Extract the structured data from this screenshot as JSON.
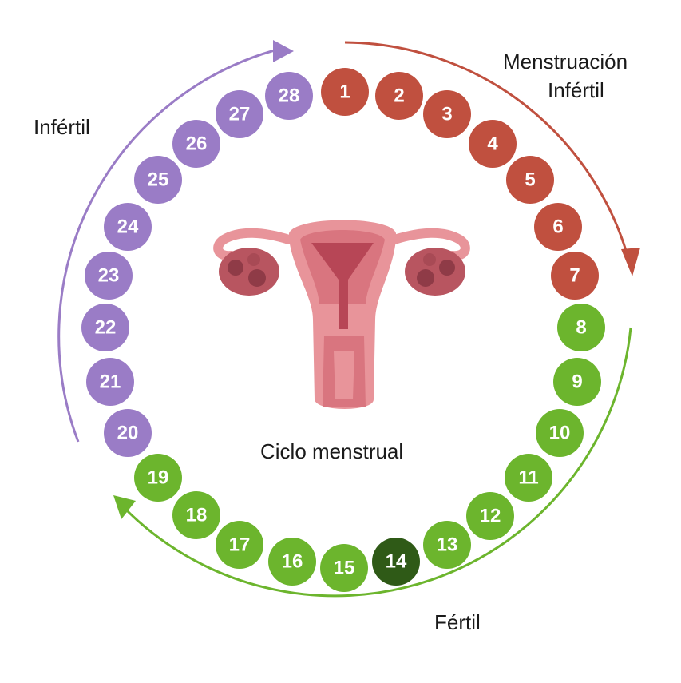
{
  "labels": {
    "menstruation": "Menstruación",
    "menstruation_phase": "Infértil",
    "fertile": "Fértil",
    "late_phase": "Infértil",
    "center": "Ciclo menstrual"
  },
  "days": [
    {
      "n": "1",
      "phase": "menstruation"
    },
    {
      "n": "2",
      "phase": "menstruation"
    },
    {
      "n": "3",
      "phase": "menstruation"
    },
    {
      "n": "4",
      "phase": "menstruation"
    },
    {
      "n": "5",
      "phase": "menstruation"
    },
    {
      "n": "6",
      "phase": "menstruation"
    },
    {
      "n": "7",
      "phase": "menstruation"
    },
    {
      "n": "8",
      "phase": "fertile"
    },
    {
      "n": "9",
      "phase": "fertile"
    },
    {
      "n": "10",
      "phase": "fertile"
    },
    {
      "n": "11",
      "phase": "fertile"
    },
    {
      "n": "12",
      "phase": "fertile"
    },
    {
      "n": "13",
      "phase": "fertile"
    },
    {
      "n": "14",
      "phase": "ovulation"
    },
    {
      "n": "15",
      "phase": "fertile"
    },
    {
      "n": "16",
      "phase": "fertile"
    },
    {
      "n": "17",
      "phase": "fertile"
    },
    {
      "n": "18",
      "phase": "fertile"
    },
    {
      "n": "19",
      "phase": "fertile"
    },
    {
      "n": "20",
      "phase": "infertile"
    },
    {
      "n": "21",
      "phase": "infertile"
    },
    {
      "n": "22",
      "phase": "infertile"
    },
    {
      "n": "23",
      "phase": "infertile"
    },
    {
      "n": "24",
      "phase": "infertile"
    },
    {
      "n": "25",
      "phase": "infertile"
    },
    {
      "n": "26",
      "phase": "infertile"
    },
    {
      "n": "27",
      "phase": "infertile"
    },
    {
      "n": "28",
      "phase": "infertile"
    }
  ],
  "colors": {
    "menstruation": "#c0503f",
    "fertile": "#6cb52d",
    "ovulation": "#2f5a17",
    "infertile": "#9a7cc6",
    "uterus_light": "#e8949a",
    "uterus_mid": "#d9757f",
    "uterus_dark": "#b74656",
    "ovary": "#b85560"
  }
}
